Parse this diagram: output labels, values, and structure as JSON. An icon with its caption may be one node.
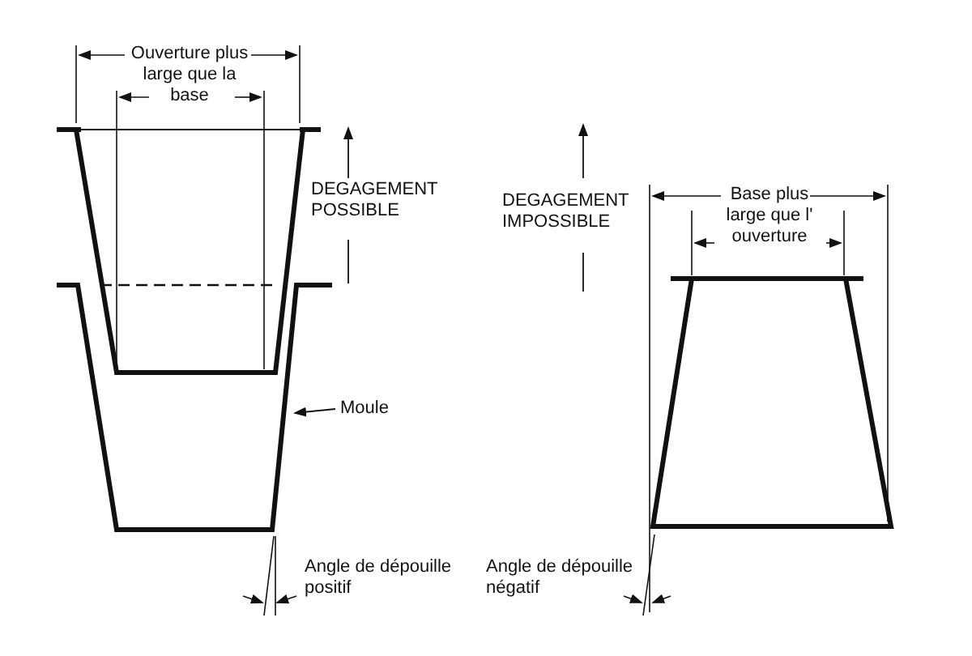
{
  "diagram": {
    "nodes": [
      {
        "text": [],
        "shape": "picture"
      },
      {
        "text": [
          "Moule"
        ]
      }
    ],
    "edges": [
      {
        "from": 1,
        "to": 0,
        "arrow": "to"
      }
    ],
    "labels": [
      "Ouverture plus large que la base",
      "DEGAGEMENT POSSIBLE",
      "DEGAGEMENT IMPOSSIBLE",
      "Base plus large que l' ouverture",
      "Angle de dépouille positif",
      "Angle de dépouille négatif"
    ]
  }
}
